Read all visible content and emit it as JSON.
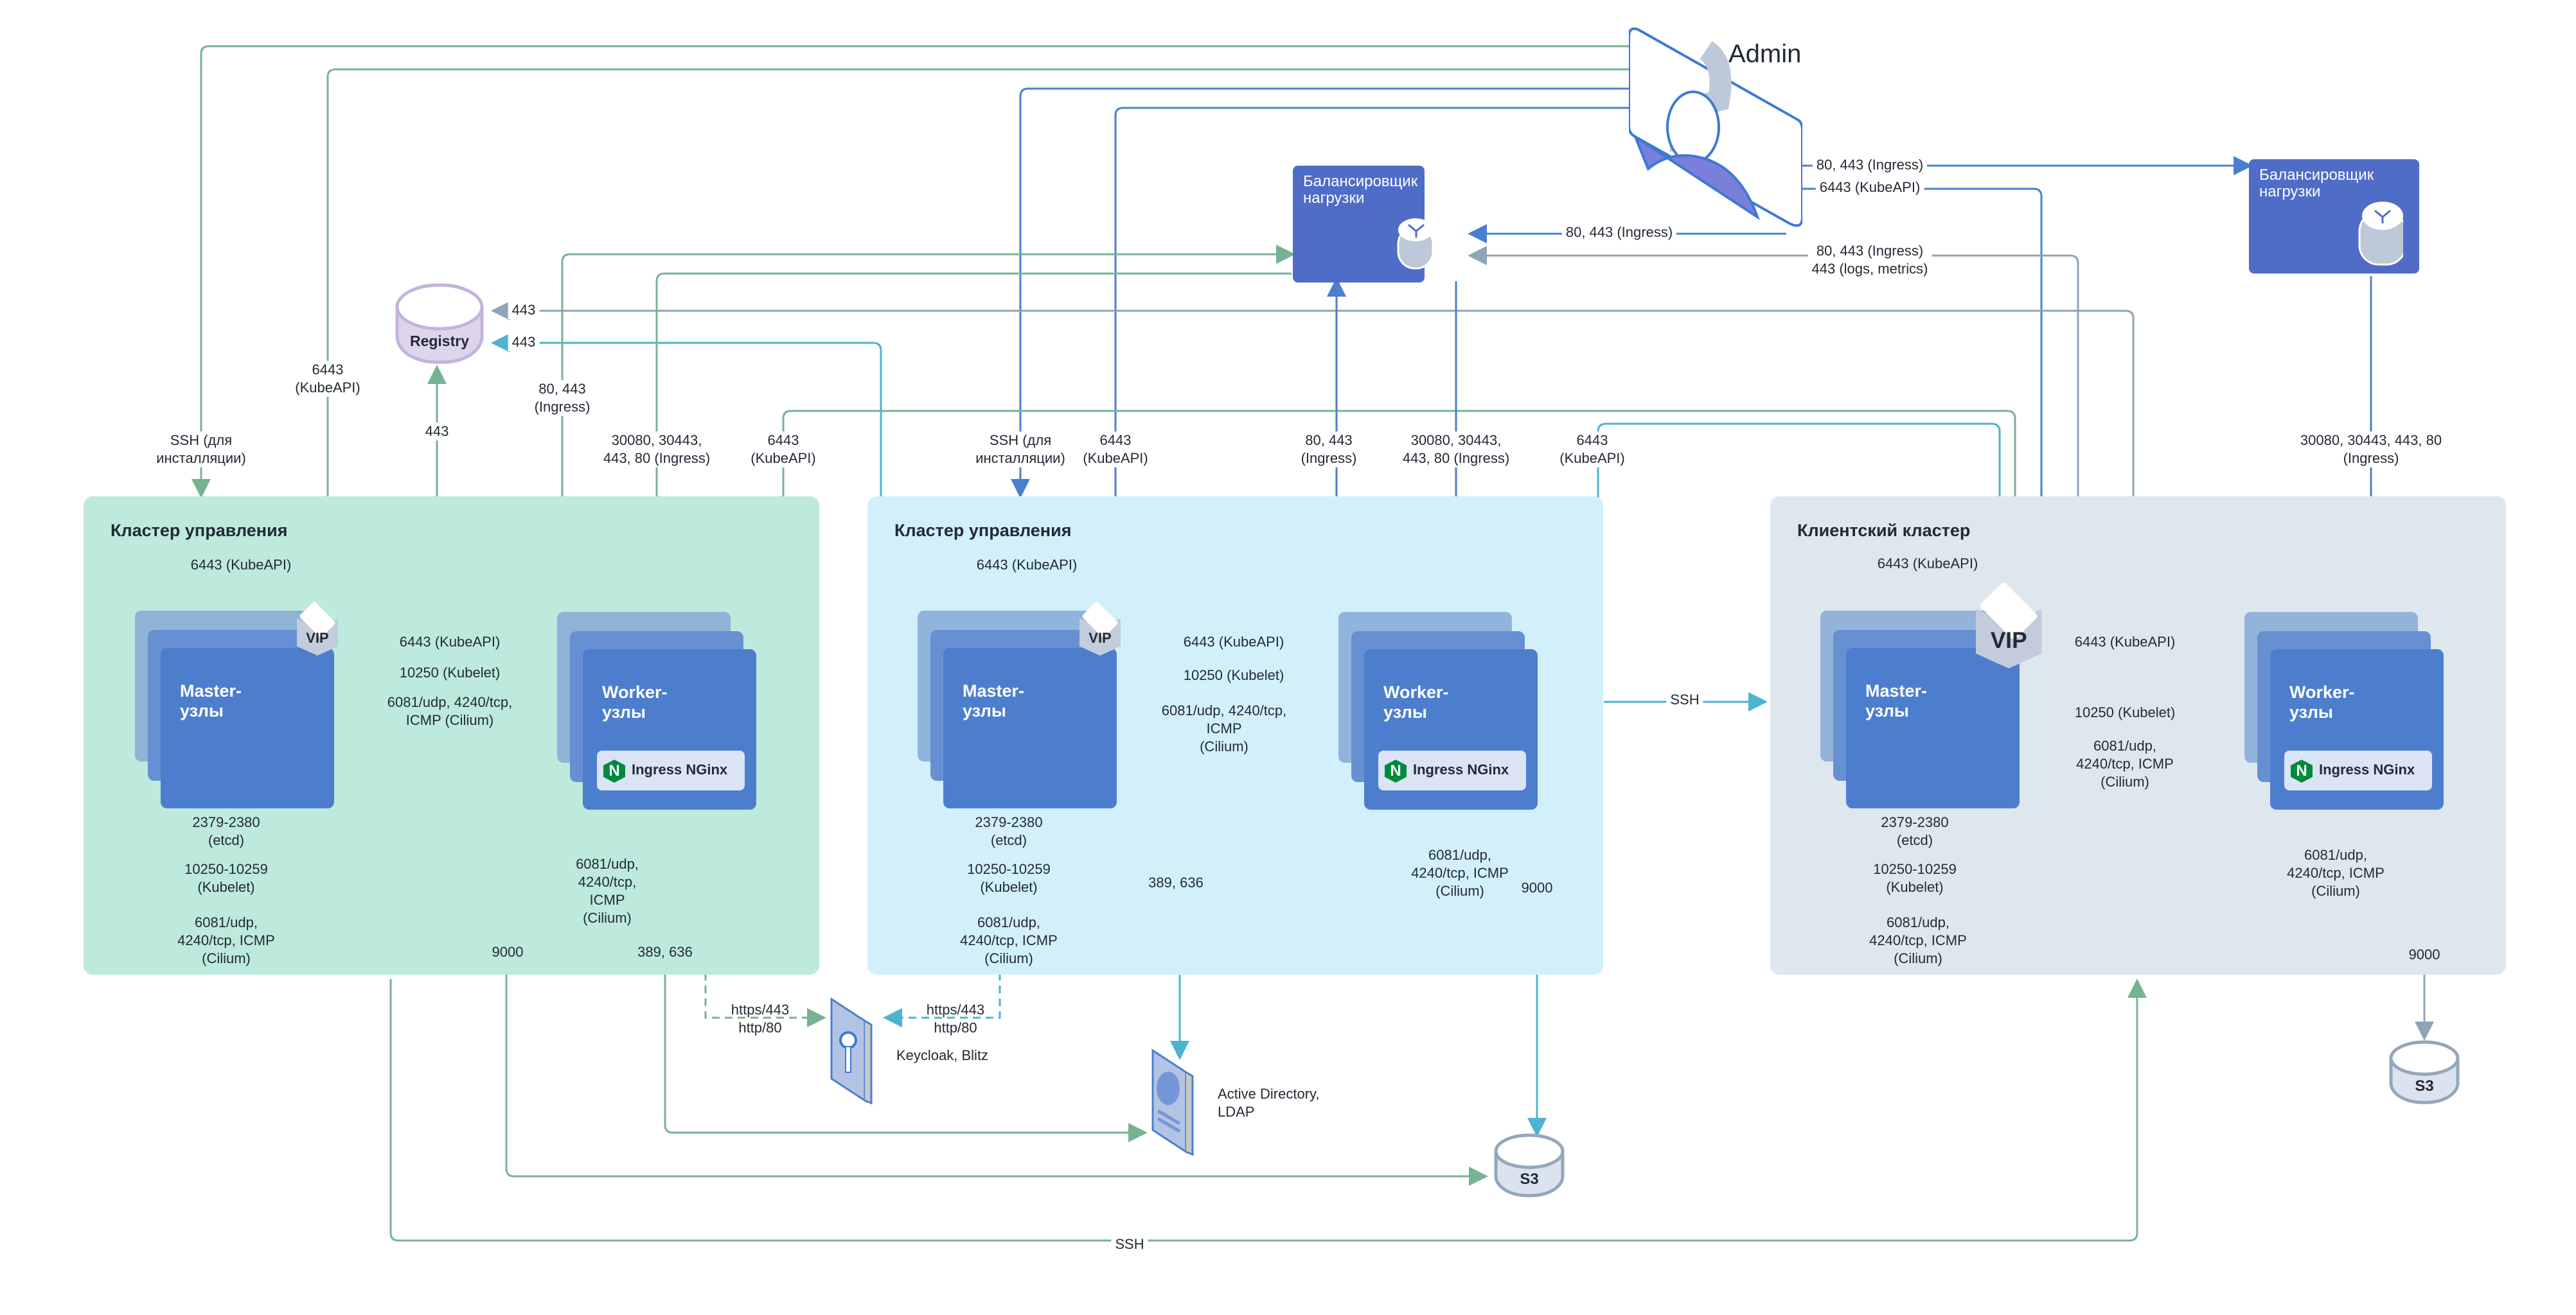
{
  "admin": {
    "label": "Admin"
  },
  "load_balancer_center": {
    "label": "Балансировщик нагрузки",
    "line1": "Балансировщик",
    "line2": "нагрузки"
  },
  "load_balancer_right": {
    "label": "Балансировщик нагрузки",
    "line1": "Балансировщик",
    "line2": "нагрузки"
  },
  "registry": {
    "label": "Registry"
  },
  "clusters": [
    {
      "title": "Кластер управления",
      "master_label": "Master-узлы",
      "worker_label": "Worker-узлы",
      "vip_label": "VIP",
      "ingress_label": "Ingress NGinx",
      "ingress_icon": "N",
      "links": {
        "master_vip_loop": "6443 (KubeAPI)",
        "worker_to_vip": "6443 (KubeAPI)",
        "kubelet": "10250 (Kubelet)",
        "cilium_mw": "6081/udp, 4240/tcp,\nICMP (Cilium)",
        "etcd": "2379-2380\n(etcd)",
        "kubelet_range": "10250-10259\n(Kubelet)",
        "cilium_masters": "6081/udp,\n4240/tcp, ICMP\n(Cilium)",
        "cilium_workers": "6081/udp,\n4240/tcp,\nICMP\n(Cilium)",
        "s3_port": "9000",
        "ldap_port": "389, 636"
      }
    },
    {
      "title": "Кластер управления",
      "master_label": "Master-узлы",
      "worker_label": "Worker-узлы",
      "vip_label": "VIP",
      "ingress_label": "Ingress NGinx",
      "ingress_icon": "N",
      "links": {
        "master_vip_loop": "6443 (KubeAPI)",
        "worker_to_vip": "6443 (KubeAPI)",
        "kubelet": "10250 (Kubelet)",
        "cilium_mw": "6081/udp, 4240/tcp,\nICMP\n(Cilium)",
        "etcd": "2379-2380\n(etcd)",
        "kubelet_range": "10250-10259\n(Kubelet)",
        "cilium_masters": "6081/udp,\n4240/tcp, ICMP\n(Cilium)",
        "cilium_workers": "6081/udp,\n4240/tcp, ICMP\n(Cilium)",
        "s3_port": "9000",
        "ldap_port": "389, 636"
      }
    },
    {
      "title": "Клиентский кластер",
      "master_label": "Master-узлы",
      "worker_label": "Worker-узлы",
      "vip_label": "VIP",
      "ingress_label": "Ingress NGinx",
      "ingress_icon": "N",
      "links": {
        "master_vip_loop": "6443 (KubeAPI)",
        "worker_to_vip": "6443 (KubeAPI)",
        "kubelet": "10250 (Kubelet)",
        "cilium_mw": "6081/udp,\n4240/tcp, ICMP\n(Cilium)",
        "etcd": "2379-2380\n(etcd)",
        "kubelet_range": "10250-10259\n(Kubelet)",
        "cilium_masters": "6081/udp,\n4240/tcp, ICMP\n(Cilium)",
        "cilium_workers": "6081/udp,\n4240/tcp, ICMP\n(Cilium)",
        "s3_port": "9000"
      }
    }
  ],
  "top_links": {
    "ssh_install_1": "SSH (для\nинсталляции)",
    "kubeapi_1": "6443\n(KubeAPI)",
    "registry_443_up": "443",
    "ingress_1": "80, 443\n(Ingress)",
    "nodeports_1": "30080, 30443,\n443, 80 (Ingress)",
    "kubeapi_1b": "6443\n(KubeAPI)",
    "ssh_install_2": "SSH (для\nинсталляции)",
    "kubeapi_2": "6443\n(KubeAPI)",
    "ingress_2": "80, 443\n(Ingress)",
    "nodeports_2": "30080, 30443,\n443, 80 (Ingress)",
    "kubeapi_2b": "6443\n(KubeAPI)",
    "nodeports_3": "30080, 30443, 443, 80\n(Ingress)",
    "registry_443_a": "443",
    "registry_443_b": "443",
    "admin_to_lb_center": "80, 443 (Ingress)",
    "admin_to_lb_right": "80, 443 (Ingress)",
    "admin_kubeapi_client": "6443 (KubeAPI)",
    "client_to_lb_center": "80, 443 (Ingress)\n443 (logs, metrics)"
  },
  "bottom_links": {
    "ssh_between": "SSH",
    "ssh_bottom": "SSH",
    "keycloak_left": "https/443\nhttp/80",
    "keycloak_right": "https/443\nhttp/80"
  },
  "external": {
    "keycloak": "Keycloak, Blitz",
    "ad_ldap": "Active Directory,\nLDAP",
    "s3_center": "S3",
    "s3_right": "S3"
  },
  "colors": {
    "green": "#76b393",
    "cyan": "#4cb3d1",
    "blue": "#4a7fd0",
    "slate": "#8fa4b6",
    "cluster_green": "#bdeadc",
    "cluster_cyan": "#d2f0fc",
    "cluster_grey": "#dfe7ee",
    "node_blue": "#4d7ecd",
    "lb_blue": "#4f6cc7",
    "nginx_green": "#008a3c"
  }
}
